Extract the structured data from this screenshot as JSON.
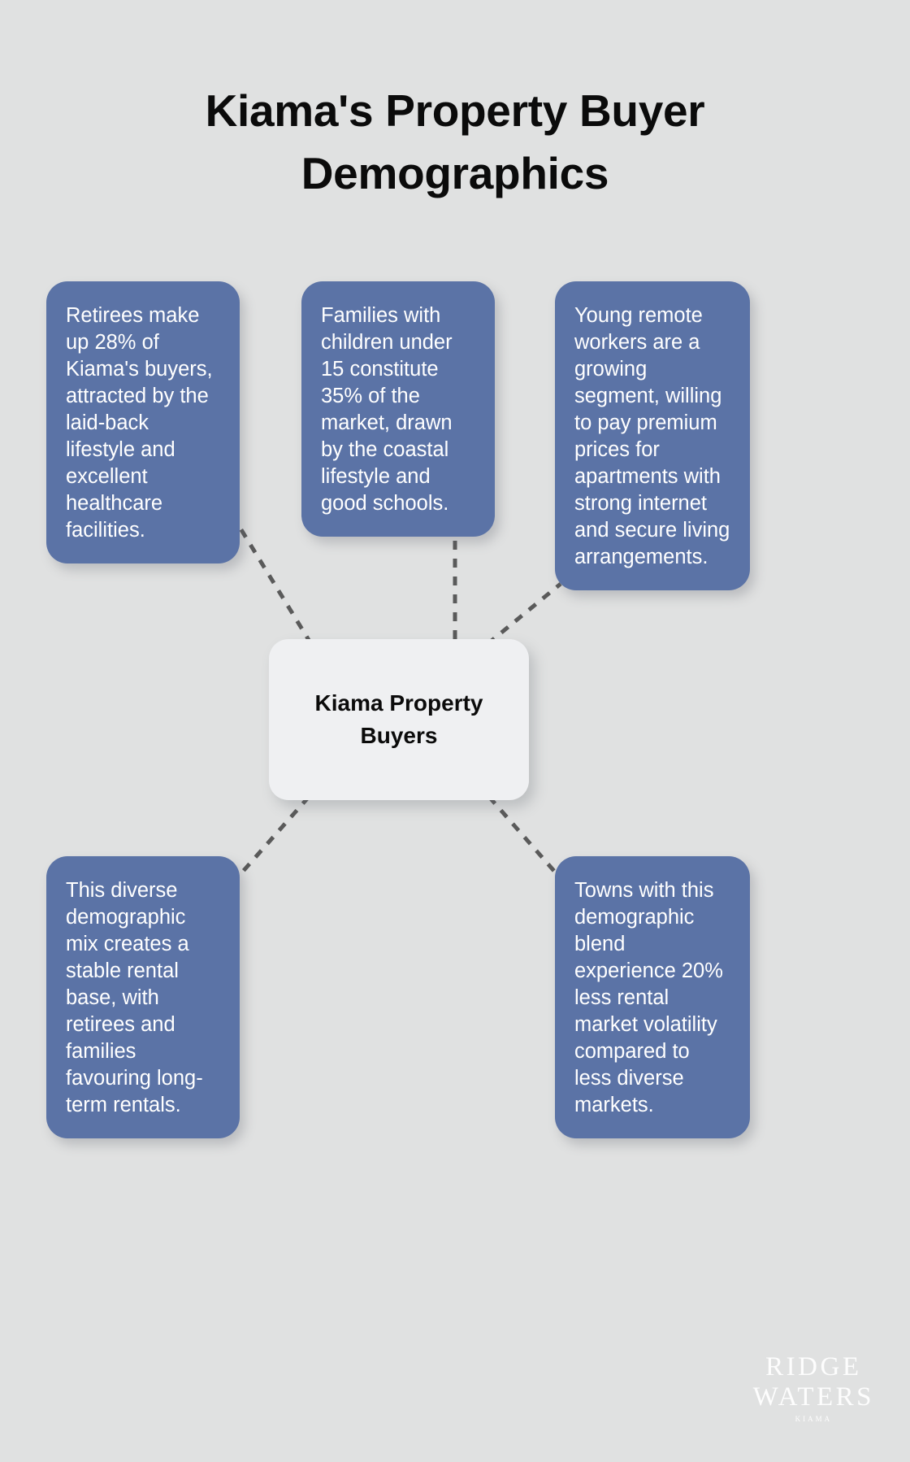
{
  "page": {
    "title": "Kiama's Property Buyer Demographics",
    "background_color": "#e0e1e1"
  },
  "colors": {
    "background": "#e0e1e1",
    "leaf_node_fill": "#5b73a6",
    "leaf_node_text": "#ffffff",
    "center_node_fill": "#eff0f2",
    "center_node_text": "#0b0b0b",
    "connector_line": "#5a5a5a",
    "title_text": "#0b0b0b",
    "watermark_text": "#ffffff"
  },
  "diagram": {
    "type": "hub-and-spoke mind map",
    "center": {
      "label": "Kiama Property Buyers"
    },
    "nodes": [
      {
        "id": "retirees",
        "position": "top-left",
        "text": "Retirees make up 28% of Kiama's buyers, attracted by the laid-back lifestyle and excellent healthcare facilities."
      },
      {
        "id": "families",
        "position": "top-center",
        "text": "Families with children under 15 constitute 35% of the market, drawn by the coastal lifestyle and good schools."
      },
      {
        "id": "remote-workers",
        "position": "top-right",
        "text": "Young remote workers are a growing segment, willing to pay premium prices for apartments with strong internet and secure living arrangements."
      },
      {
        "id": "rental-base",
        "position": "bottom-left",
        "text": "This diverse demographic mix creates a stable rental base, with retirees and families favouring long-term rentals."
      },
      {
        "id": "volatility",
        "position": "bottom-right",
        "text": "Towns with this demographic blend experience 20% less rental market volatility compared to less diverse markets."
      }
    ],
    "connectors": [
      {
        "from": "center",
        "to": "retirees",
        "style": "dashed"
      },
      {
        "from": "center",
        "to": "families",
        "style": "dashed"
      },
      {
        "from": "center",
        "to": "remote-workers",
        "style": "dashed"
      },
      {
        "from": "center",
        "to": "rental-base",
        "style": "dashed"
      },
      {
        "from": "center",
        "to": "volatility",
        "style": "dashed"
      }
    ]
  },
  "watermark": {
    "line1": "RIDGE",
    "line2": "WATERS",
    "line3": "KIAMA"
  }
}
